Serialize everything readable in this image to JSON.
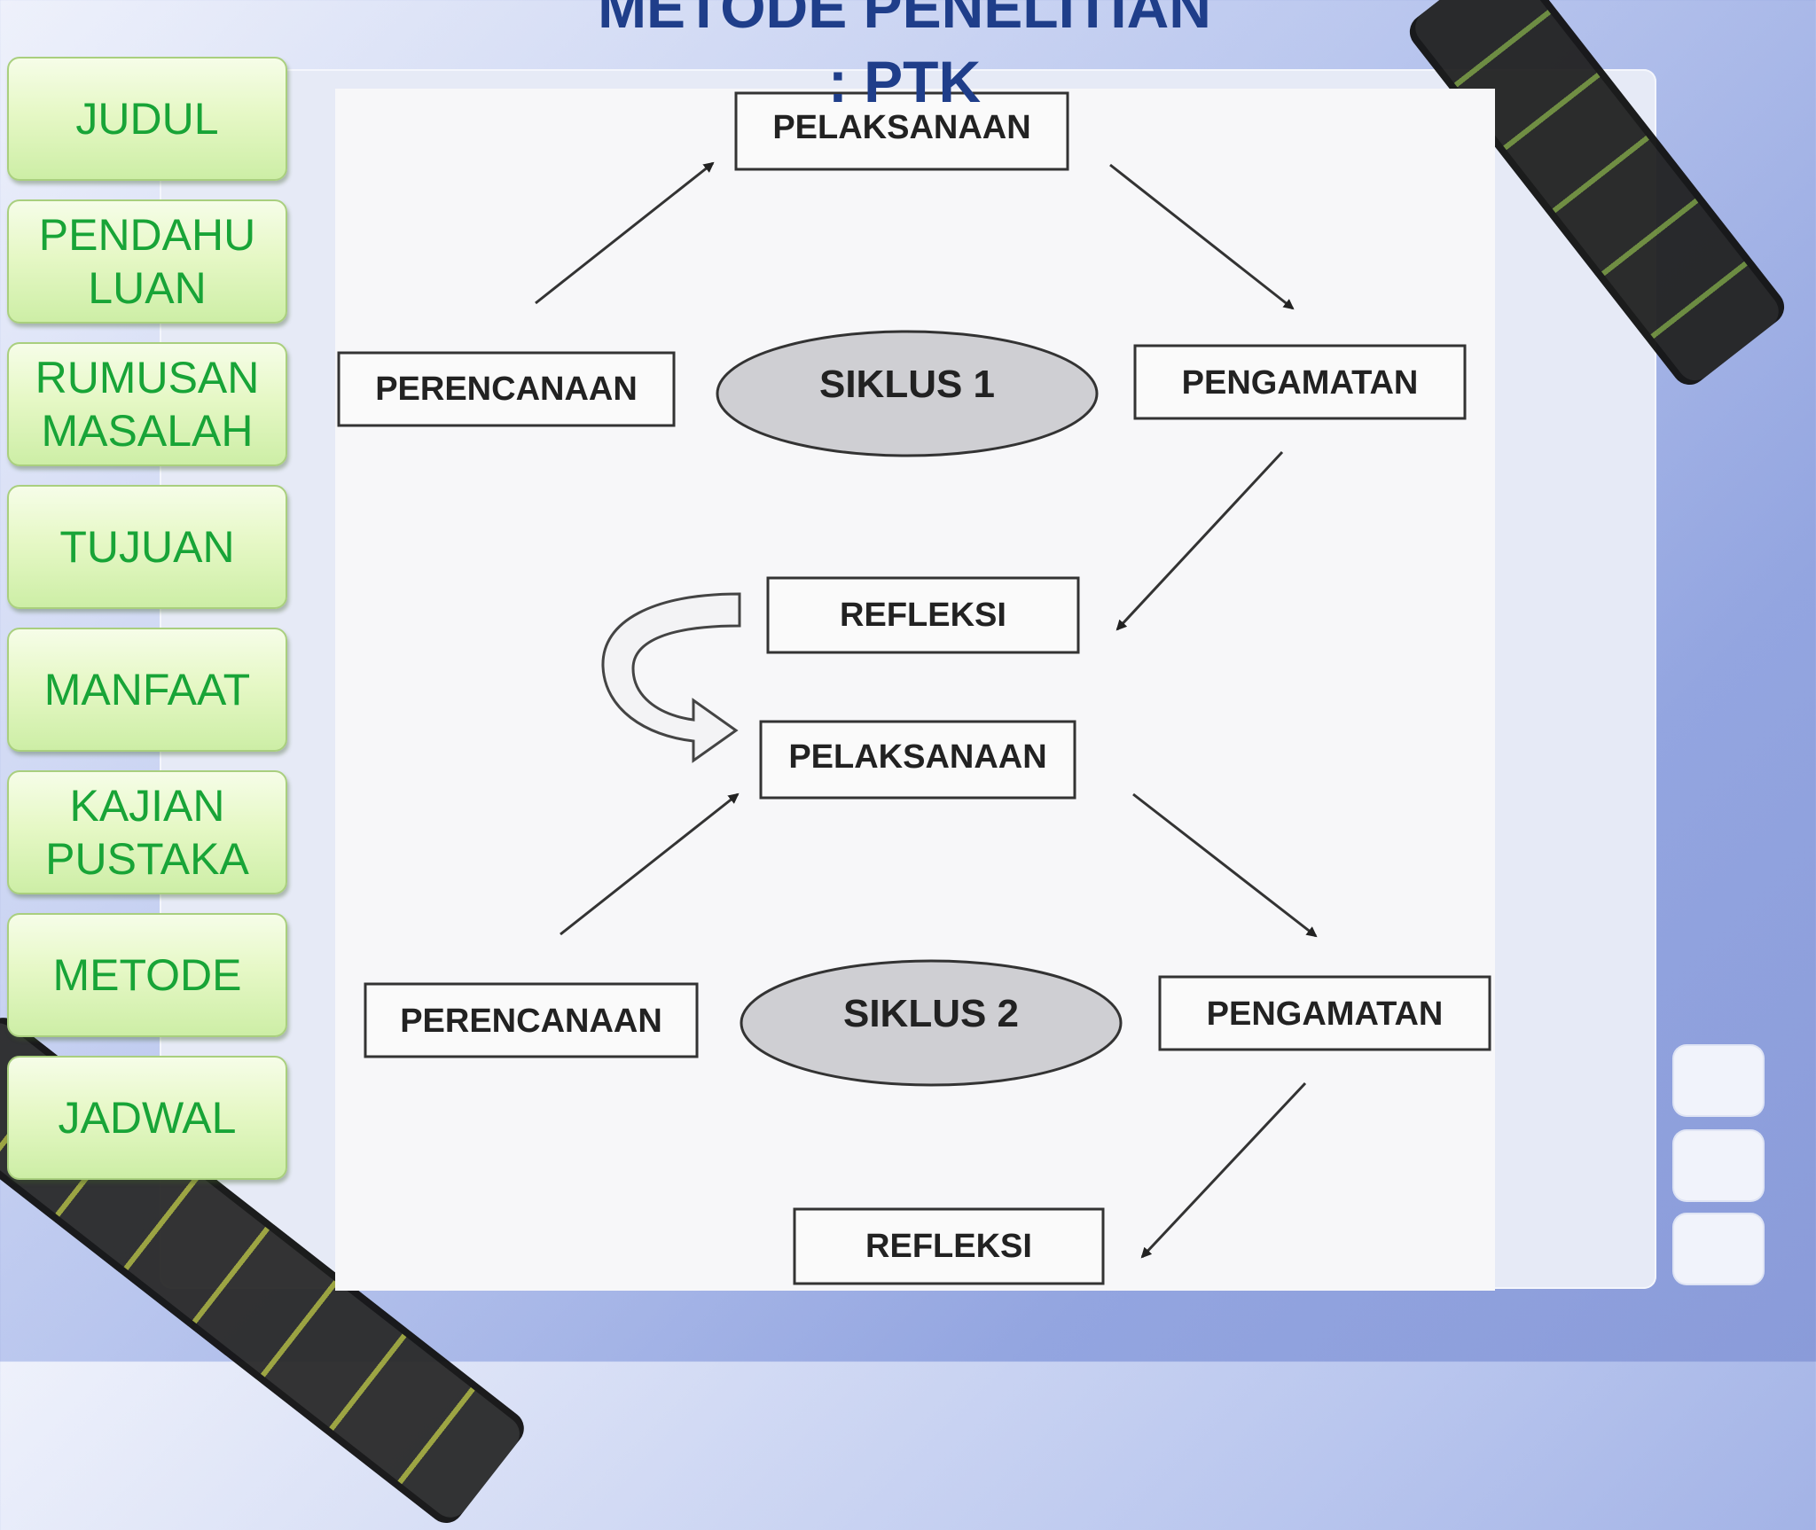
{
  "slide": {
    "title_line1": "METODE PENELITIAN",
    "title_line2": ": PTK"
  },
  "nav": [
    {
      "label": "JUDUL"
    },
    {
      "label": "PENDAHU\nLUAN"
    },
    {
      "label": "RUMUSAN\nMASALAH"
    },
    {
      "label": "TUJUAN"
    },
    {
      "label": "MANFAAT"
    },
    {
      "label": "KAJIAN\nPUSTAKA"
    },
    {
      "label": "METODE"
    },
    {
      "label": "JADWAL"
    }
  ],
  "diagram": {
    "cycle1": {
      "top": "PELAKSANAAN",
      "left": "PERENCANAAN",
      "center": "SIKLUS  1",
      "right": "PENGAMATAN",
      "bottom": "REFLEKSI"
    },
    "cycle2": {
      "top": "PELAKSANAAN",
      "left": "PERENCANAAN",
      "center": "SIKLUS  2",
      "right": "PENGAMATAN",
      "bottom": "REFLEKSI"
    }
  },
  "colors": {
    "nav_text": "#18a437",
    "title": "#1f3e8a",
    "ellipse": "#cfcfd3"
  }
}
